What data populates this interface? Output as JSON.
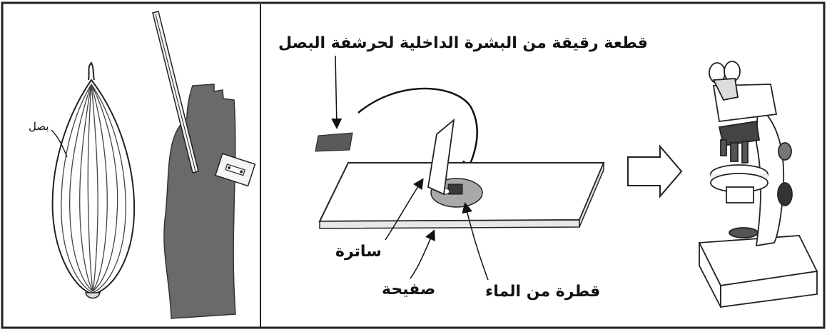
{
  "labels": {
    "onion": "بصل",
    "epidermis_piece": "قطعة رقيقة من البشرة الداخلية لحرشفة البصل",
    "cover_slip": "ساترة",
    "slide": "صفيحة",
    "water_drop": "قطرة من الماء"
  }
}
